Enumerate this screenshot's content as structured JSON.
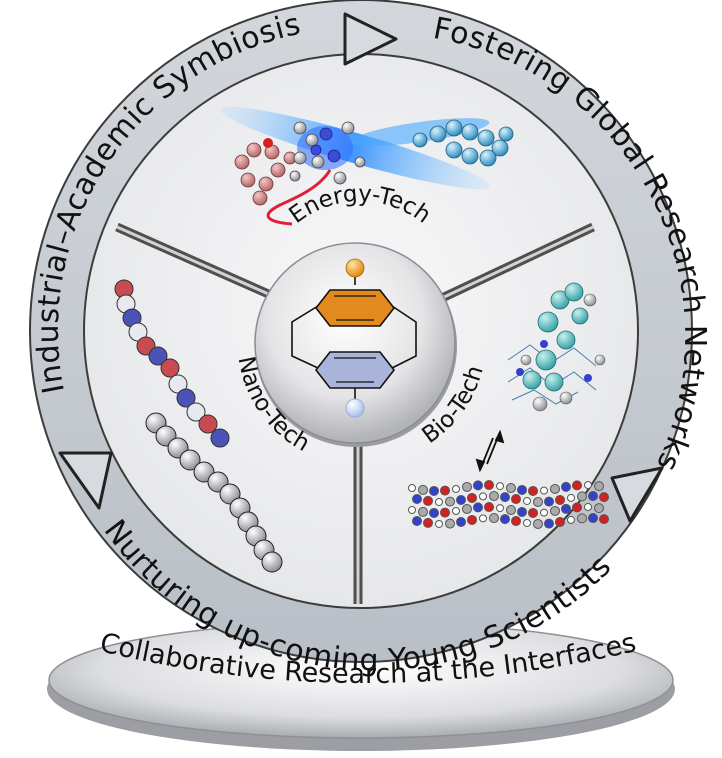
{
  "ring": {
    "top_left": "Industrial–Academic Symbiosis",
    "top_right": "Fostering Global Research Networks",
    "bottom": "Nurturing up-coming Young Scientists"
  },
  "base": {
    "label": "Collaborative Research at the Interfaces"
  },
  "sectors": {
    "top": "Energy-Tech",
    "left": "Nano-Tech",
    "right": "Bio-Tech"
  },
  "colors": {
    "ring_fill": "#c9ced3",
    "inner_fill": "#f2f3f4",
    "divider": "#5a5a5a",
    "upper_ring": "#e38a1f",
    "lower_ring": "#aab3da",
    "top_sphere": "#f0a222",
    "bottom_sphere": "#d7e4f7",
    "chain_red": "#c94b52",
    "chain_blue": "#4b53b8",
    "chain_grey": "#222222"
  }
}
